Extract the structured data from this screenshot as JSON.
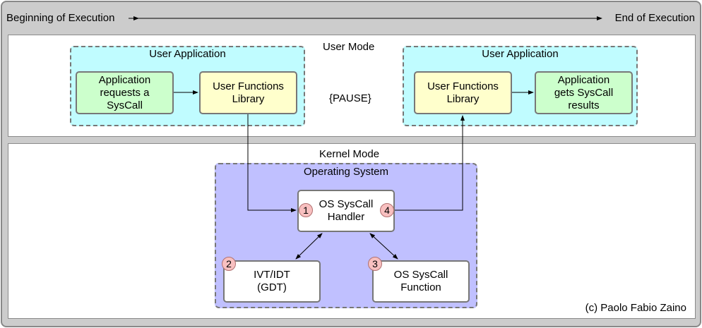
{
  "timeline": {
    "start_label": "Beginning of Execution",
    "end_label": "End of Execution"
  },
  "user_mode": {
    "title": "User Mode",
    "pause_label": "{PAUSE}",
    "left_group": {
      "title": "User Application",
      "request_box": "Application\nrequests a\nSysCall",
      "library_box": "User Functions\nLibrary"
    },
    "right_group": {
      "title": "User Application",
      "library_box": "User Functions\nLibrary",
      "results_box": "Application\ngets SysCall\nresults"
    }
  },
  "kernel_mode": {
    "title": "Kernel Mode",
    "os_group": {
      "title": "Operating System",
      "handler_box": "OS SysCall\nHandler",
      "ivt_box": "IVT/IDT\n(GDT)",
      "function_box": "OS SysCall\nFunction"
    },
    "badges": [
      "1",
      "2",
      "3",
      "4"
    ]
  },
  "copyright": "(c) Paolo Fabio Zaino",
  "colors": {
    "background": "#cccccc",
    "user_group_fill": "#c0fcff",
    "os_group_fill": "#c0c0ff",
    "request_fill": "#ccffcc",
    "library_fill": "#ffffcc",
    "badge_fill": "#f8c0c0"
  }
}
